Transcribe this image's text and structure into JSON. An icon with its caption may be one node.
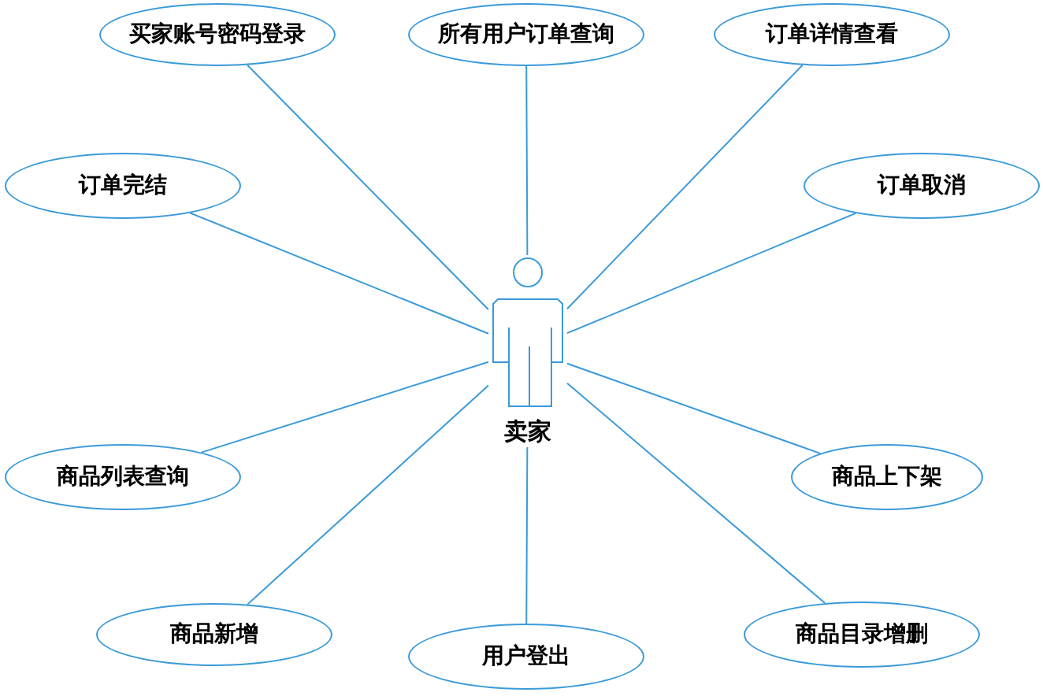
{
  "diagram": {
    "nodes": [
      {
        "text": [
          "卖家"
        ]
      },
      {
        "text": [
          "买家账号密码登录"
        ]
      },
      {
        "text": [
          "所有用户订单查询"
        ]
      },
      {
        "text": [
          "订单详情查看"
        ]
      },
      {
        "text": [
          "订单完结"
        ]
      },
      {
        "text": [
          "订单取消"
        ]
      },
      {
        "text": [
          "商品列表查询"
        ]
      },
      {
        "text": [
          "商品上下架"
        ]
      },
      {
        "text": [
          "商品新增"
        ]
      },
      {
        "text": [
          "用户登出"
        ]
      },
      {
        "text": [
          "商品目录增删"
        ]
      }
    ],
    "edges": [
      {
        "from": 0,
        "to": 1,
        "arrow": "none"
      },
      {
        "from": 0,
        "to": 2,
        "arrow": "none"
      },
      {
        "from": 0,
        "to": 3,
        "arrow": "none"
      },
      {
        "from": 0,
        "to": 4,
        "arrow": "none"
      },
      {
        "from": 0,
        "to": 5,
        "arrow": "none"
      },
      {
        "from": 0,
        "to": 6,
        "arrow": "none"
      },
      {
        "from": 0,
        "to": 7,
        "arrow": "none"
      },
      {
        "from": 0,
        "to": 8,
        "arrow": "none"
      },
      {
        "from": 0,
        "to": 9,
        "arrow": "none"
      },
      {
        "from": 0,
        "to": 10,
        "arrow": "none"
      }
    ]
  }
}
